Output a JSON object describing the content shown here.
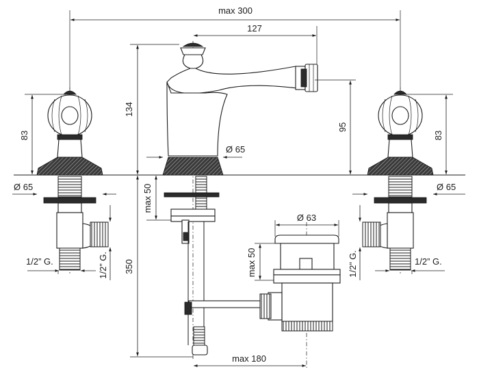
{
  "dimensions": {
    "overall_width": "max 300",
    "spout_reach": "127",
    "total_height": "134",
    "left_handle_height": "83",
    "right_handle_height": "83",
    "spout_height": "95",
    "spout_base_diameter": "Ø 65",
    "left_base_diameter": "Ø 65",
    "right_base_diameter": "Ø 65",
    "deck_thickness": "max 50",
    "below_deck_length": "350",
    "left_thread": "1/2” G.",
    "left_thread_vertical": "1/2” G.",
    "right_thread": "1/2” G.",
    "right_thread_vertical": "1/2” G.",
    "drain_diameter": "Ø 63",
    "drain_height": "max 50",
    "drain_distance": "max 180"
  },
  "colors": {
    "line": "#1a1a1a",
    "dark_fill": "#2b2b2b",
    "background": "#ffffff"
  }
}
